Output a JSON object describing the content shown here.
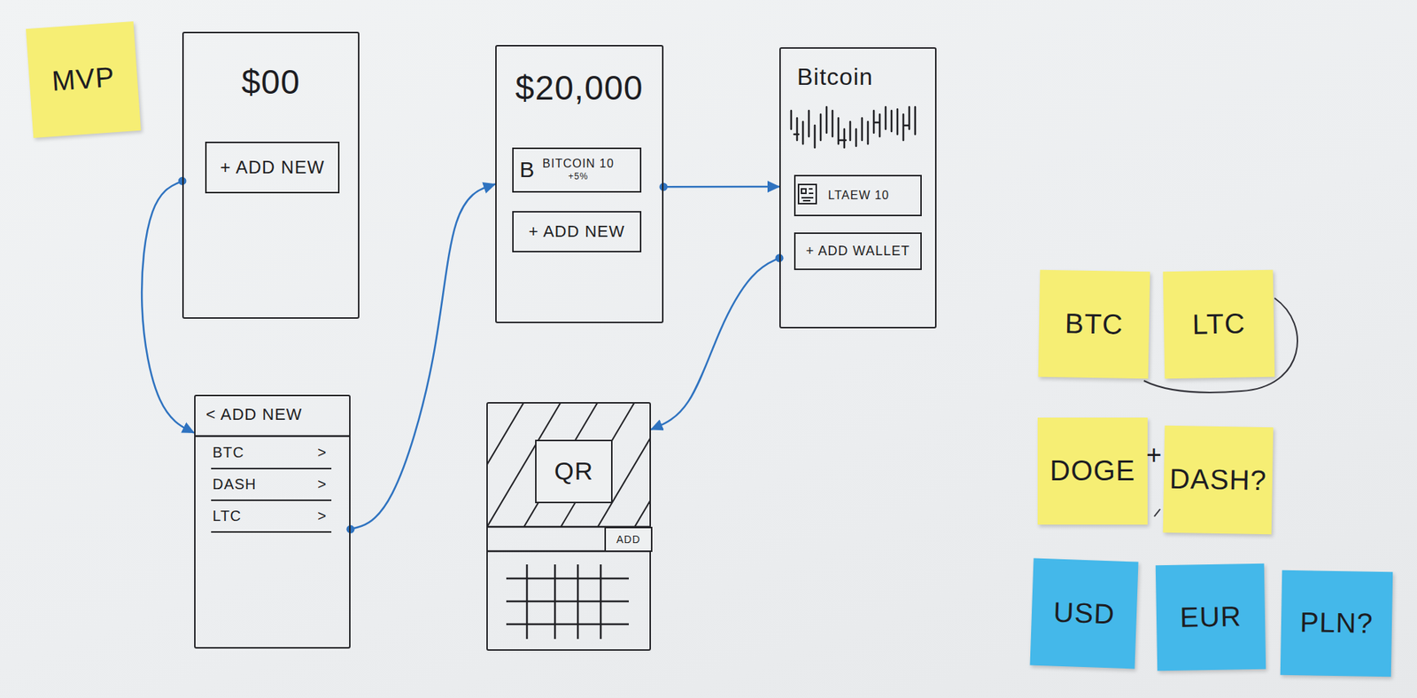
{
  "diagram": {
    "nodes": [
      {
        "text": [
          "MVP"
        ]
      },
      {
        "text": [
          "$00"
        ]
      },
      {
        "text": [
          "+ ADD NEW"
        ],
        "in": 1
      },
      {
        "text": [
          "< ADD NEW"
        ]
      },
      {
        "text": [
          "BTC",
          ">"
        ],
        "in": 3
      },
      {
        "text": [
          "DASH",
          ">"
        ],
        "in": 3
      },
      {
        "text": [
          "LTC",
          ">"
        ],
        "in": 3
      },
      {
        "text": [
          "$20,000"
        ]
      },
      {
        "text": [
          "B",
          "BITCOIN 10",
          "+5%"
        ],
        "in": 7
      },
      {
        "text": [
          "+ ADD NEW"
        ],
        "in": 7
      },
      {
        "text": [
          "Bitcoin"
        ]
      },
      {
        "text": [
          "LTAEW 10"
        ],
        "in": 10
      },
      {
        "text": [
          "+ ADD WALLET"
        ],
        "in": 10
      },
      {
        "text": []
      },
      {
        "text": [
          "QR"
        ],
        "in": 13
      },
      {
        "text": [
          "ADD"
        ],
        "in": 13
      },
      {
        "text": [
          "BTC"
        ]
      },
      {
        "text": [
          "LTC"
        ]
      },
      {
        "text": [
          "DOGE"
        ]
      },
      {
        "text": [
          "DASH?"
        ]
      },
      {
        "text": [
          "USD"
        ]
      },
      {
        "text": [
          "EUR"
        ]
      },
      {
        "text": [
          "PLN?"
        ]
      }
    ],
    "edges": [
      {
        "from": 1,
        "to": 3,
        "arrow": "to"
      },
      {
        "from": 3,
        "to": 7,
        "arrow": "to"
      },
      {
        "from": 7,
        "to": 10,
        "arrow": "to"
      },
      {
        "from": 10,
        "to": 13,
        "arrow": "to"
      }
    ],
    "labels": [
      "+"
    ]
  }
}
